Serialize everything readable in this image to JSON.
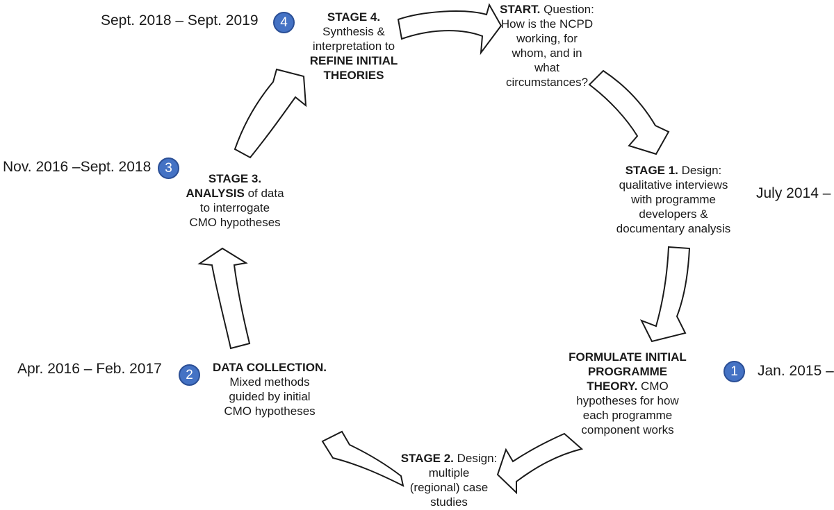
{
  "figure": {
    "description": "Circular evaluation-cycle diagram of a realist study of the NCPD programme",
    "colors": {
      "background": "#ffffff",
      "line": "#1a1a1a",
      "badge_fill": "#4472C4",
      "badge_border": "#2B4F96",
      "badge_text": "#ffffff"
    }
  },
  "nodes": {
    "start": {
      "lines": [
        [
          {
            "t": "START.",
            "b": true
          },
          {
            "t": " Question:"
          }
        ],
        [
          {
            "t": "How is the NCPD"
          }
        ],
        [
          {
            "t": "working, for"
          }
        ],
        [
          {
            "t": "whom, and in"
          }
        ],
        [
          {
            "t": "what"
          }
        ],
        [
          {
            "t": "circumstances?"
          }
        ]
      ]
    },
    "stage1": {
      "lines": [
        [
          {
            "t": "STAGE 1.",
            "b": true
          },
          {
            "t": " Design:"
          }
        ],
        [
          {
            "t": "qualitative interviews"
          }
        ],
        [
          {
            "t": "with programme"
          }
        ],
        [
          {
            "t": "developers &"
          }
        ],
        [
          {
            "t": "documentary analysis"
          }
        ]
      ]
    },
    "formulate": {
      "lines": [
        [
          {
            "t": "FORMULATE INITIAL",
            "b": true
          }
        ],
        [
          {
            "t": "PROGRAMME",
            "b": true
          }
        ],
        [
          {
            "t": "THEORY.",
            "b": true
          },
          {
            "t": " CMO"
          }
        ],
        [
          {
            "t": "hypotheses for how"
          }
        ],
        [
          {
            "t": "each programme"
          }
        ],
        [
          {
            "t": "component works"
          }
        ]
      ]
    },
    "stage2": {
      "lines": [
        [
          {
            "t": "STAGE 2.",
            "b": true
          },
          {
            "t": " Design:"
          }
        ],
        [
          {
            "t": "multiple"
          }
        ],
        [
          {
            "t": "(regional) case"
          }
        ],
        [
          {
            "t": "studies"
          }
        ]
      ]
    },
    "datacollection": {
      "lines": [
        [
          {
            "t": "DATA COLLECTION.",
            "b": true
          }
        ],
        [
          {
            "t": "Mixed methods"
          }
        ],
        [
          {
            "t": "guided by initial"
          }
        ],
        [
          {
            "t": "CMO hypotheses"
          }
        ]
      ]
    },
    "stage3": {
      "lines": [
        [
          {
            "t": "STAGE 3.",
            "b": true
          }
        ],
        [
          {
            "t": "ANALYSIS",
            "b": true
          },
          {
            "t": " of data"
          }
        ],
        [
          {
            "t": "to interrogate"
          }
        ],
        [
          {
            "t": "CMO hypotheses"
          }
        ]
      ]
    },
    "stage4": {
      "lines": [
        [
          {
            "t": "STAGE 4.",
            "b": true
          }
        ],
        [
          {
            "t": "Synthesis &"
          }
        ],
        [
          {
            "t": "interpretation to"
          }
        ],
        [
          {
            "t": "REFINE INITIAL",
            "b": true
          }
        ],
        [
          {
            "t": "THEORIES",
            "b": true
          }
        ]
      ]
    }
  },
  "dates": {
    "stage1": "July 2014 –",
    "formulate": "Jan. 2015 –",
    "datacollection": "Apr. 2016 – Feb. 2017",
    "stage3": "Nov. 2016 –Sept. 2018",
    "stage4": "Sept. 2018 – Sept. 2019"
  },
  "badges": {
    "formulate": "1",
    "datacollection": "2",
    "stage3": "3",
    "stage4": "4"
  }
}
